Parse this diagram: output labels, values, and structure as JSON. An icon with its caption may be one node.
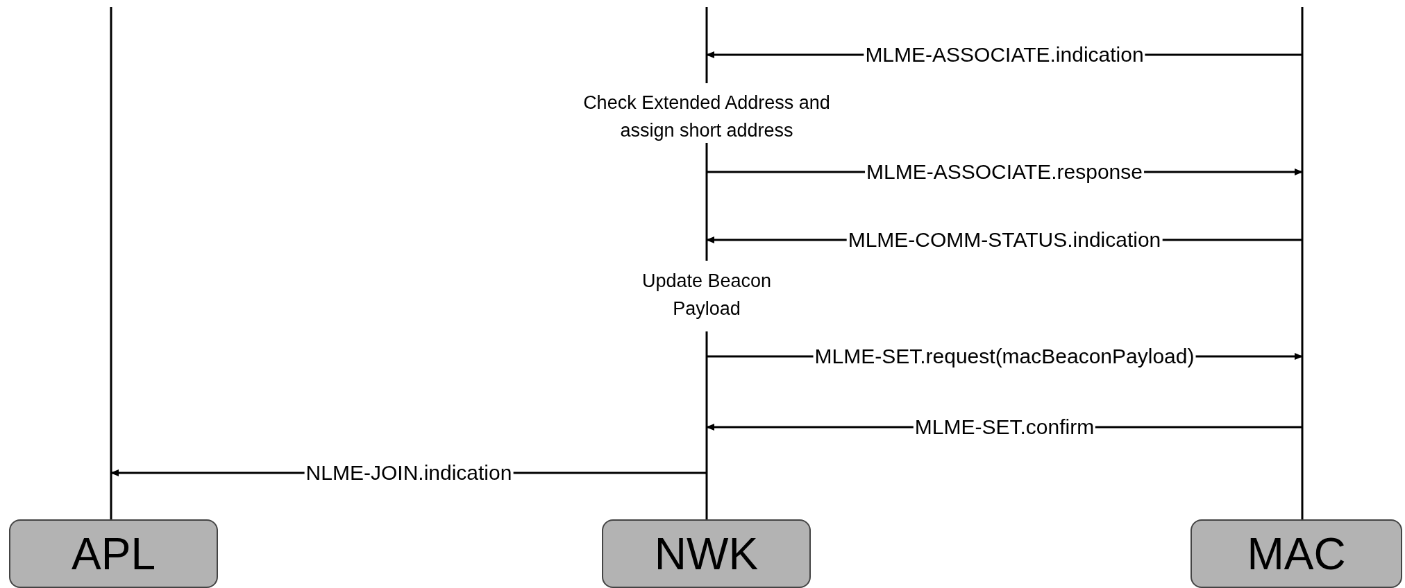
{
  "diagram": {
    "nodes": [
      {
        "text": [
          "APL"
        ]
      },
      {
        "text": [
          "NWK"
        ]
      },
      {
        "text": [
          "MAC"
        ]
      }
    ],
    "edges": [
      {
        "from": 2,
        "to": 1,
        "arrow": "to",
        "label": "MLME-ASSOCIATE.indication"
      },
      {
        "from": 1,
        "to": 2,
        "arrow": "to",
        "label": "MLME-ASSOCIATE.response"
      },
      {
        "from": 2,
        "to": 1,
        "arrow": "to",
        "label": "MLME-COMM-STATUS.indication"
      },
      {
        "from": 1,
        "to": 2,
        "arrow": "to",
        "label": "MLME-SET.request(macBeaconPayload)"
      },
      {
        "from": 2,
        "to": 1,
        "arrow": "to",
        "label": "MLME-SET.confirm"
      },
      {
        "from": 1,
        "to": 0,
        "arrow": "to",
        "label": "NLME-JOIN.indication"
      }
    ],
    "labels": [
      "Check Extended Address and assign short address",
      "Update Beacon Payload"
    ]
  }
}
